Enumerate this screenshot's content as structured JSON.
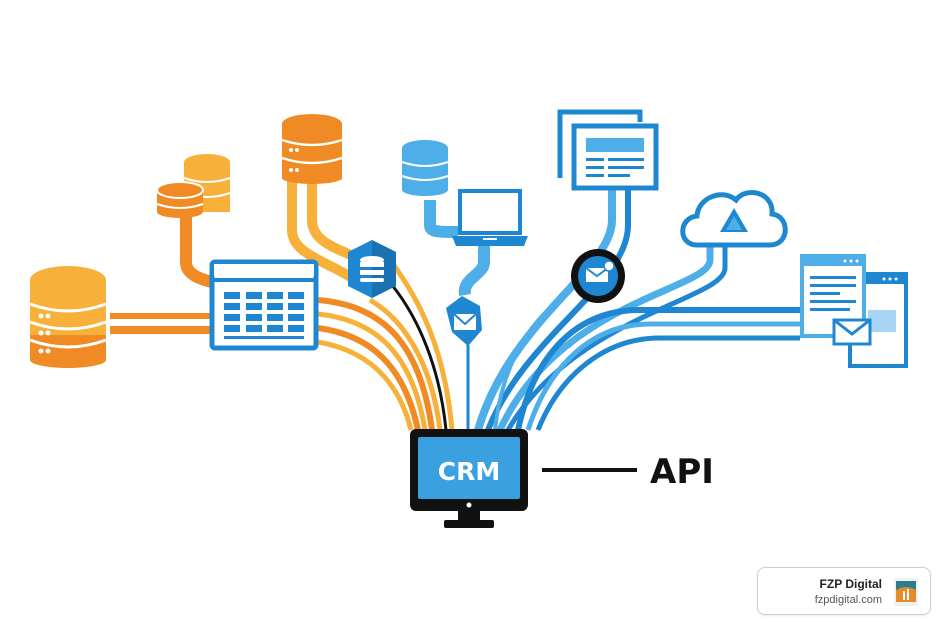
{
  "diagram": {
    "center_label": "CRM",
    "connector_label": "API",
    "colors": {
      "orange_dark": "#f08a24",
      "orange_light": "#f7b13a",
      "blue_dark": "#1f87d1",
      "blue_light": "#4daee8",
      "black": "#111111",
      "crm_screen": "#3aa0e0"
    },
    "sources_left": [
      {
        "name": "database-large",
        "icon": "database-icon",
        "color": "orange"
      },
      {
        "name": "database-pair",
        "icon": "database-icon",
        "color": "orange"
      },
      {
        "name": "database-tall",
        "icon": "database-icon",
        "color": "orange"
      },
      {
        "name": "spreadsheet",
        "icon": "table-icon",
        "color": "blue"
      },
      {
        "name": "database-hex",
        "icon": "database-icon",
        "color": "blue"
      }
    ],
    "sources_right": [
      {
        "name": "database-blue",
        "icon": "database-icon",
        "color": "blue"
      },
      {
        "name": "laptop",
        "icon": "laptop-icon",
        "color": "blue"
      },
      {
        "name": "email-hex",
        "icon": "email-icon",
        "color": "blue"
      },
      {
        "name": "web-pages",
        "icon": "web-page-icon",
        "color": "blue"
      },
      {
        "name": "email-settings",
        "icon": "email-gear-icon",
        "color": "blue"
      },
      {
        "name": "cloud",
        "icon": "cloud-icon",
        "color": "blue"
      },
      {
        "name": "browser-windows",
        "icon": "browser-mail-icon",
        "color": "blue"
      }
    ]
  },
  "badge": {
    "name": "FZP Digital",
    "url": "fzpdigital.com"
  }
}
